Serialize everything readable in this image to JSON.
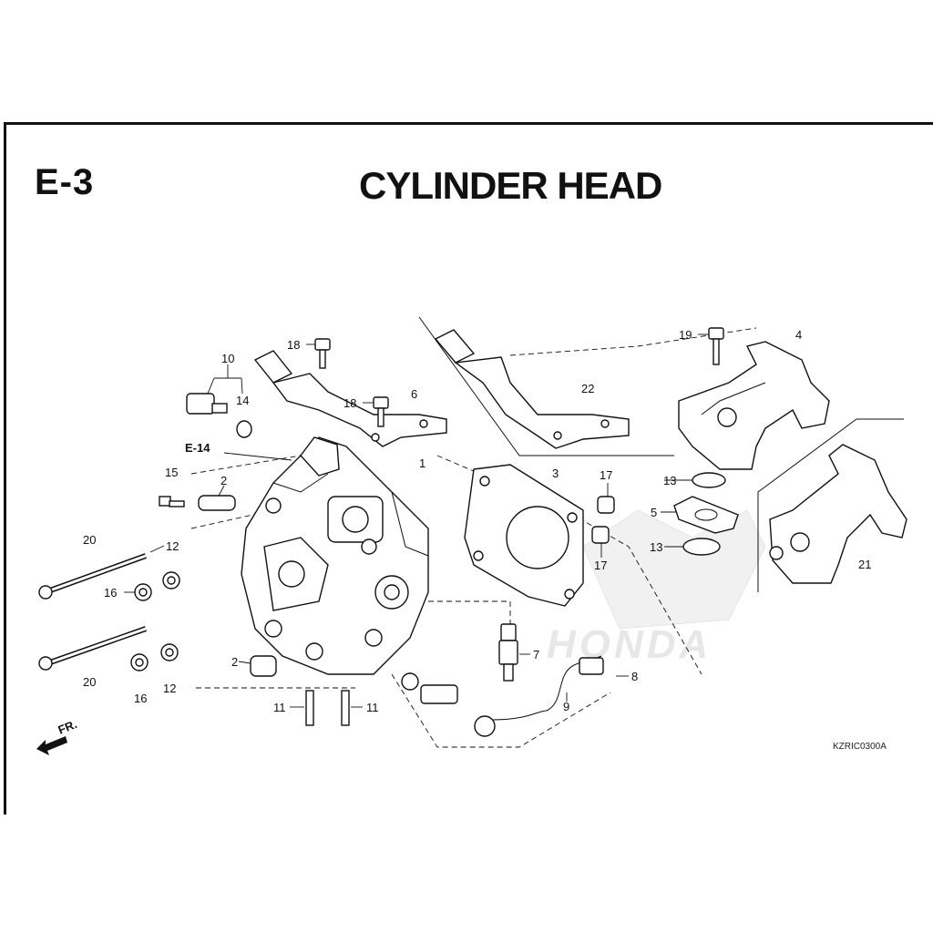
{
  "header": {
    "section_code": "E-3",
    "title": "CYLINDER HEAD"
  },
  "diagram": {
    "reference_label": "E-14",
    "direction_label": "FR.",
    "watermark_text": "HONDA",
    "drawing_code": "KZRIC0300A",
    "callouts": [
      "1",
      "2",
      "2",
      "3",
      "4",
      "5",
      "6",
      "7",
      "8",
      "9",
      "10",
      "11",
      "11",
      "12",
      "12",
      "13",
      "13",
      "14",
      "15",
      "16",
      "16",
      "17",
      "17",
      "18",
      "18",
      "19",
      "20",
      "20",
      "21",
      "22"
    ]
  },
  "colors": {
    "ink": "#111111",
    "watermark": "#d8d8d8",
    "background": "#ffffff"
  }
}
